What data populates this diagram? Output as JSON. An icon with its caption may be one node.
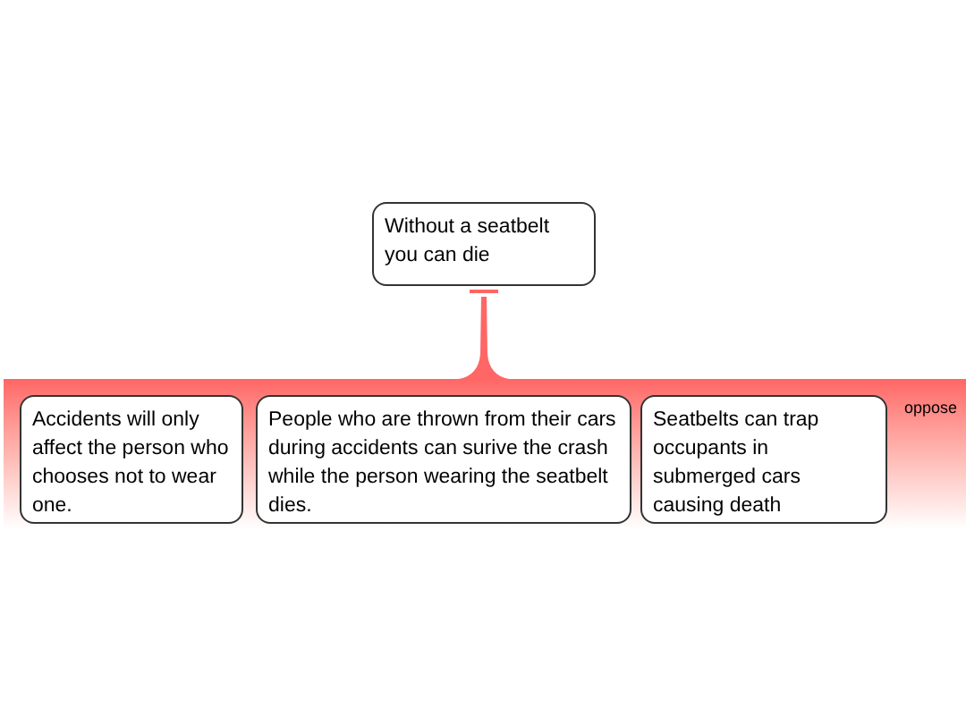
{
  "diagram": {
    "nodes": [
      {
        "text": [
          "Without a seatbelt you can die"
        ]
      },
      {
        "text": [
          "oppose"
        ]
      },
      {
        "text": [
          "Accidents will only affect the person who chooses not to wear one."
        ],
        "in": 1
      },
      {
        "text": [
          "People who are thrown from their cars during accidents can surive the crash while the person wearing the seatbelt dies."
        ],
        "in": 1
      },
      {
        "text": [
          "Seatbelts can trap occupants in submerged cars causing death"
        ],
        "in": 1
      }
    ],
    "edges": [
      {
        "from": 1,
        "to": 0,
        "arrow": "other",
        "color": "#ff6666"
      }
    ]
  }
}
